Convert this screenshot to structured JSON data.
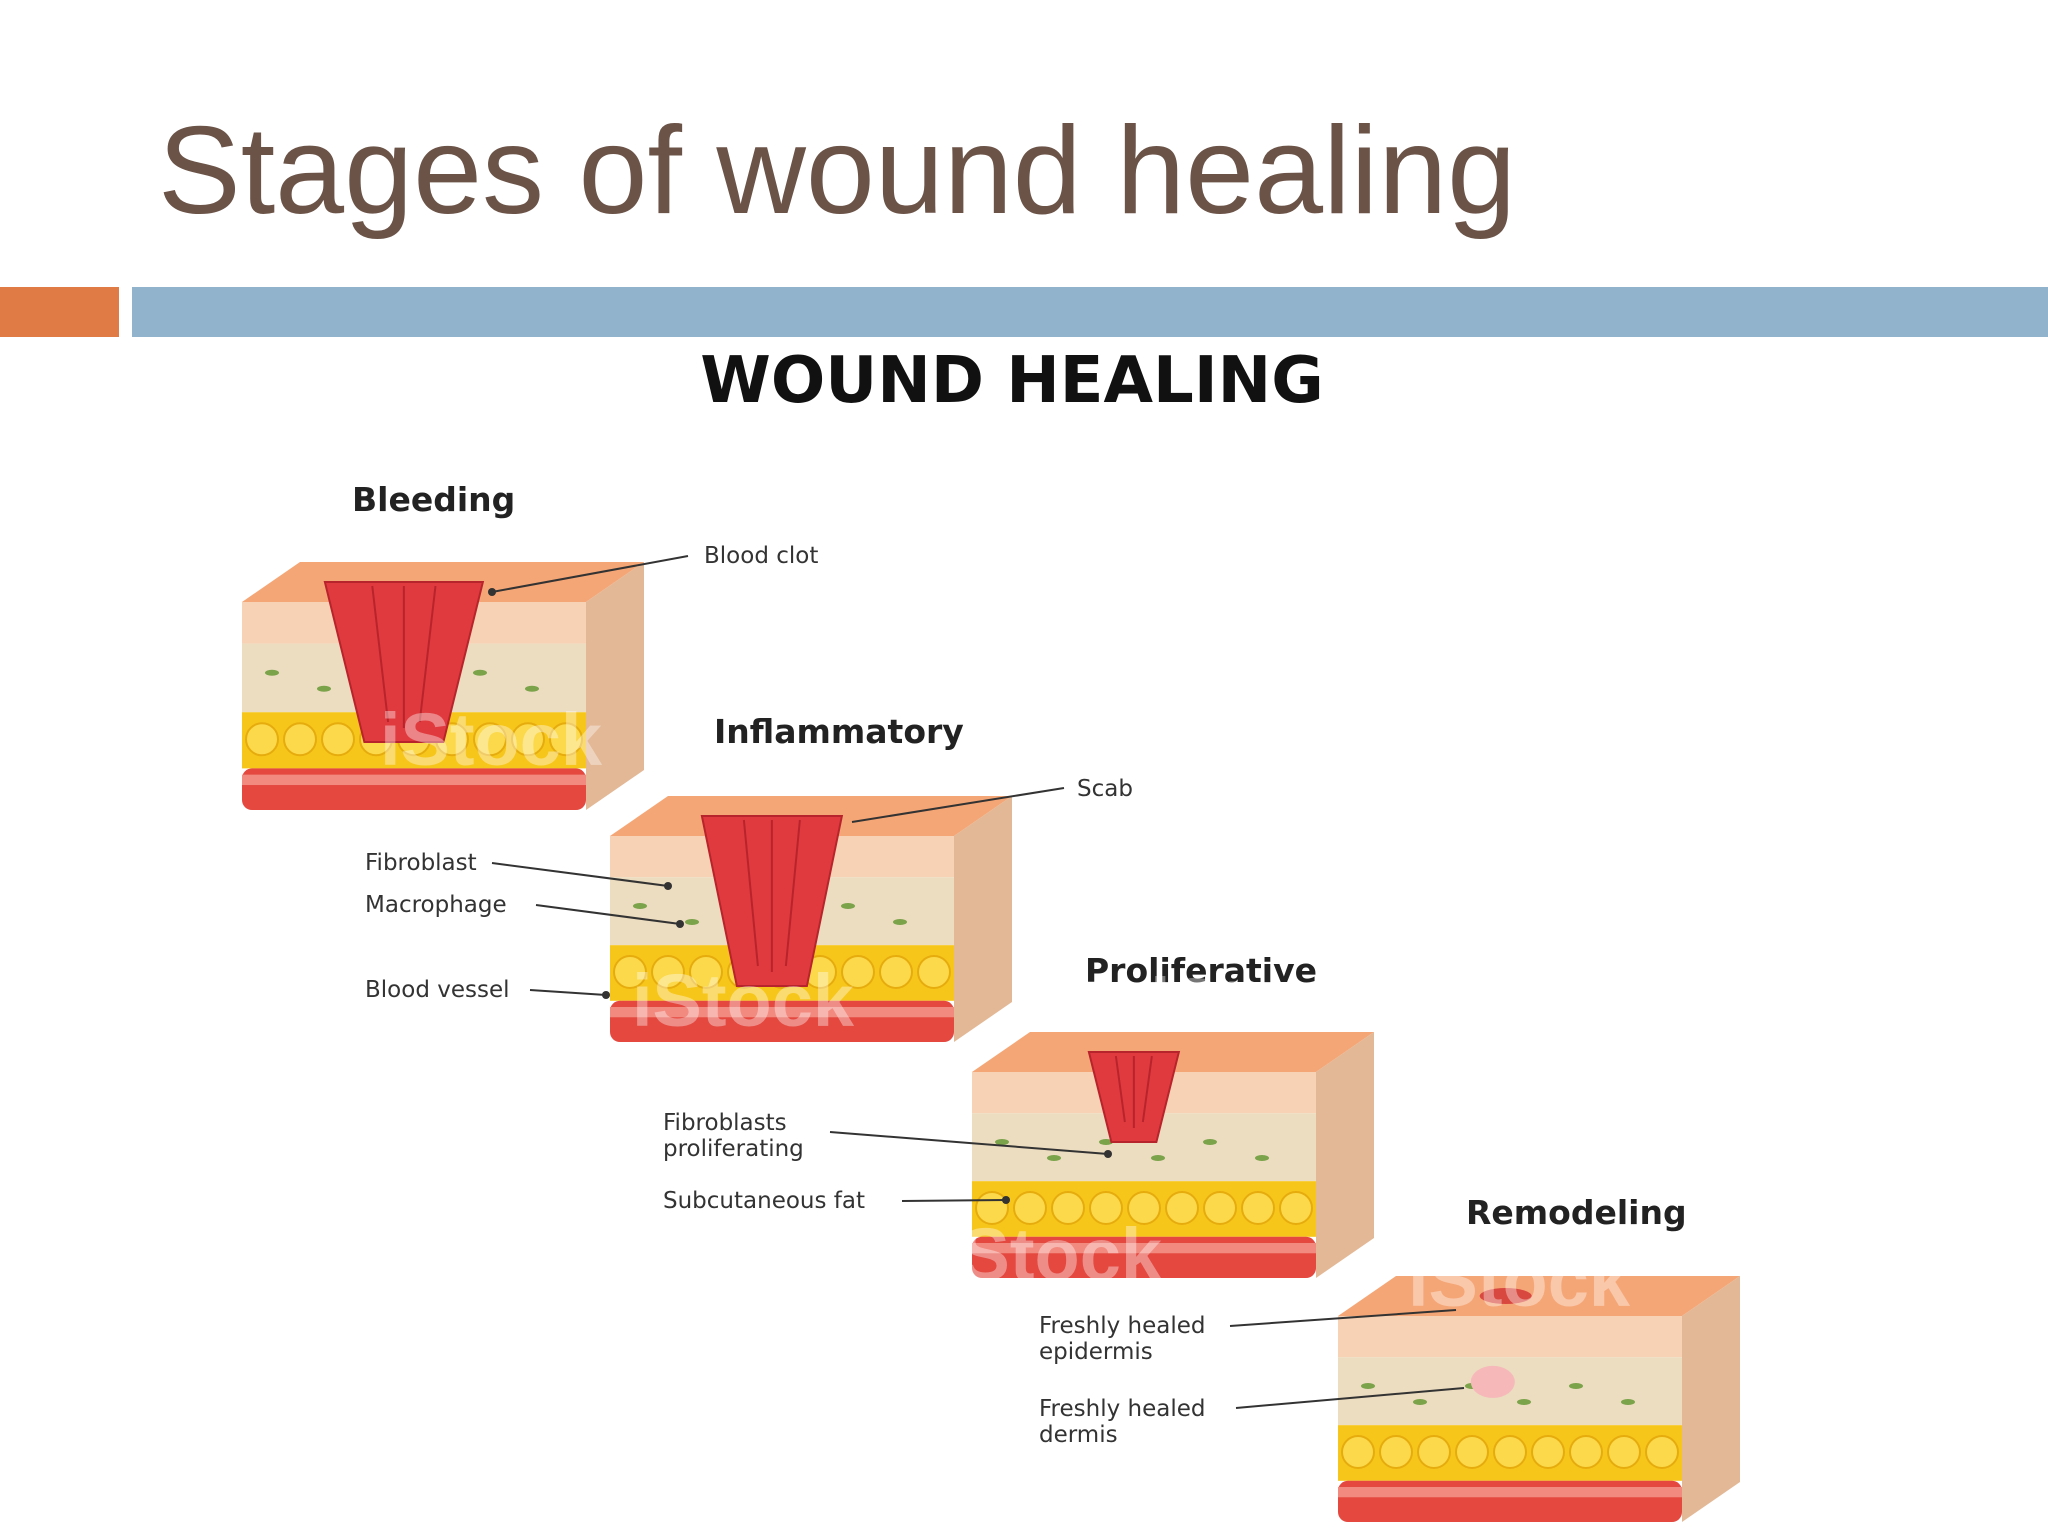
{
  "slide": {
    "title": "Stages of wound healing",
    "accent_orange": "#e07b46",
    "accent_blue": "#91b3cb",
    "title_color": "#6b5348"
  },
  "figure": {
    "title": "WOUND HEALING",
    "watermark": "iStock",
    "stages": [
      {
        "title": "Bleeding",
        "callouts": [
          [
            "Blood clot"
          ]
        ]
      },
      {
        "title": "Inflammatory",
        "callouts": [
          [
            "Scab"
          ],
          [
            "Fibroblast"
          ],
          [
            "Macrophage"
          ],
          [
            "Blood vessel"
          ]
        ]
      },
      {
        "title": "Proliferative",
        "callouts": [
          [
            "Fibroblasts",
            "proliferating"
          ],
          [
            "Subcutaneous fat"
          ]
        ]
      },
      {
        "title": "Remodeling",
        "callouts": [
          [
            "Freshly healed",
            "epidermis"
          ],
          [
            "Freshly healed",
            "dermis"
          ]
        ]
      }
    ],
    "colors": {
      "epidermis_top": "#f5a676",
      "epidermis_side": "#f7d2b5",
      "dermis": "#ecdcc0",
      "fat": "#f7c61a",
      "vessel": "#e4483f",
      "clot": "#e03a3f",
      "cell": "#7aa34a"
    }
  }
}
